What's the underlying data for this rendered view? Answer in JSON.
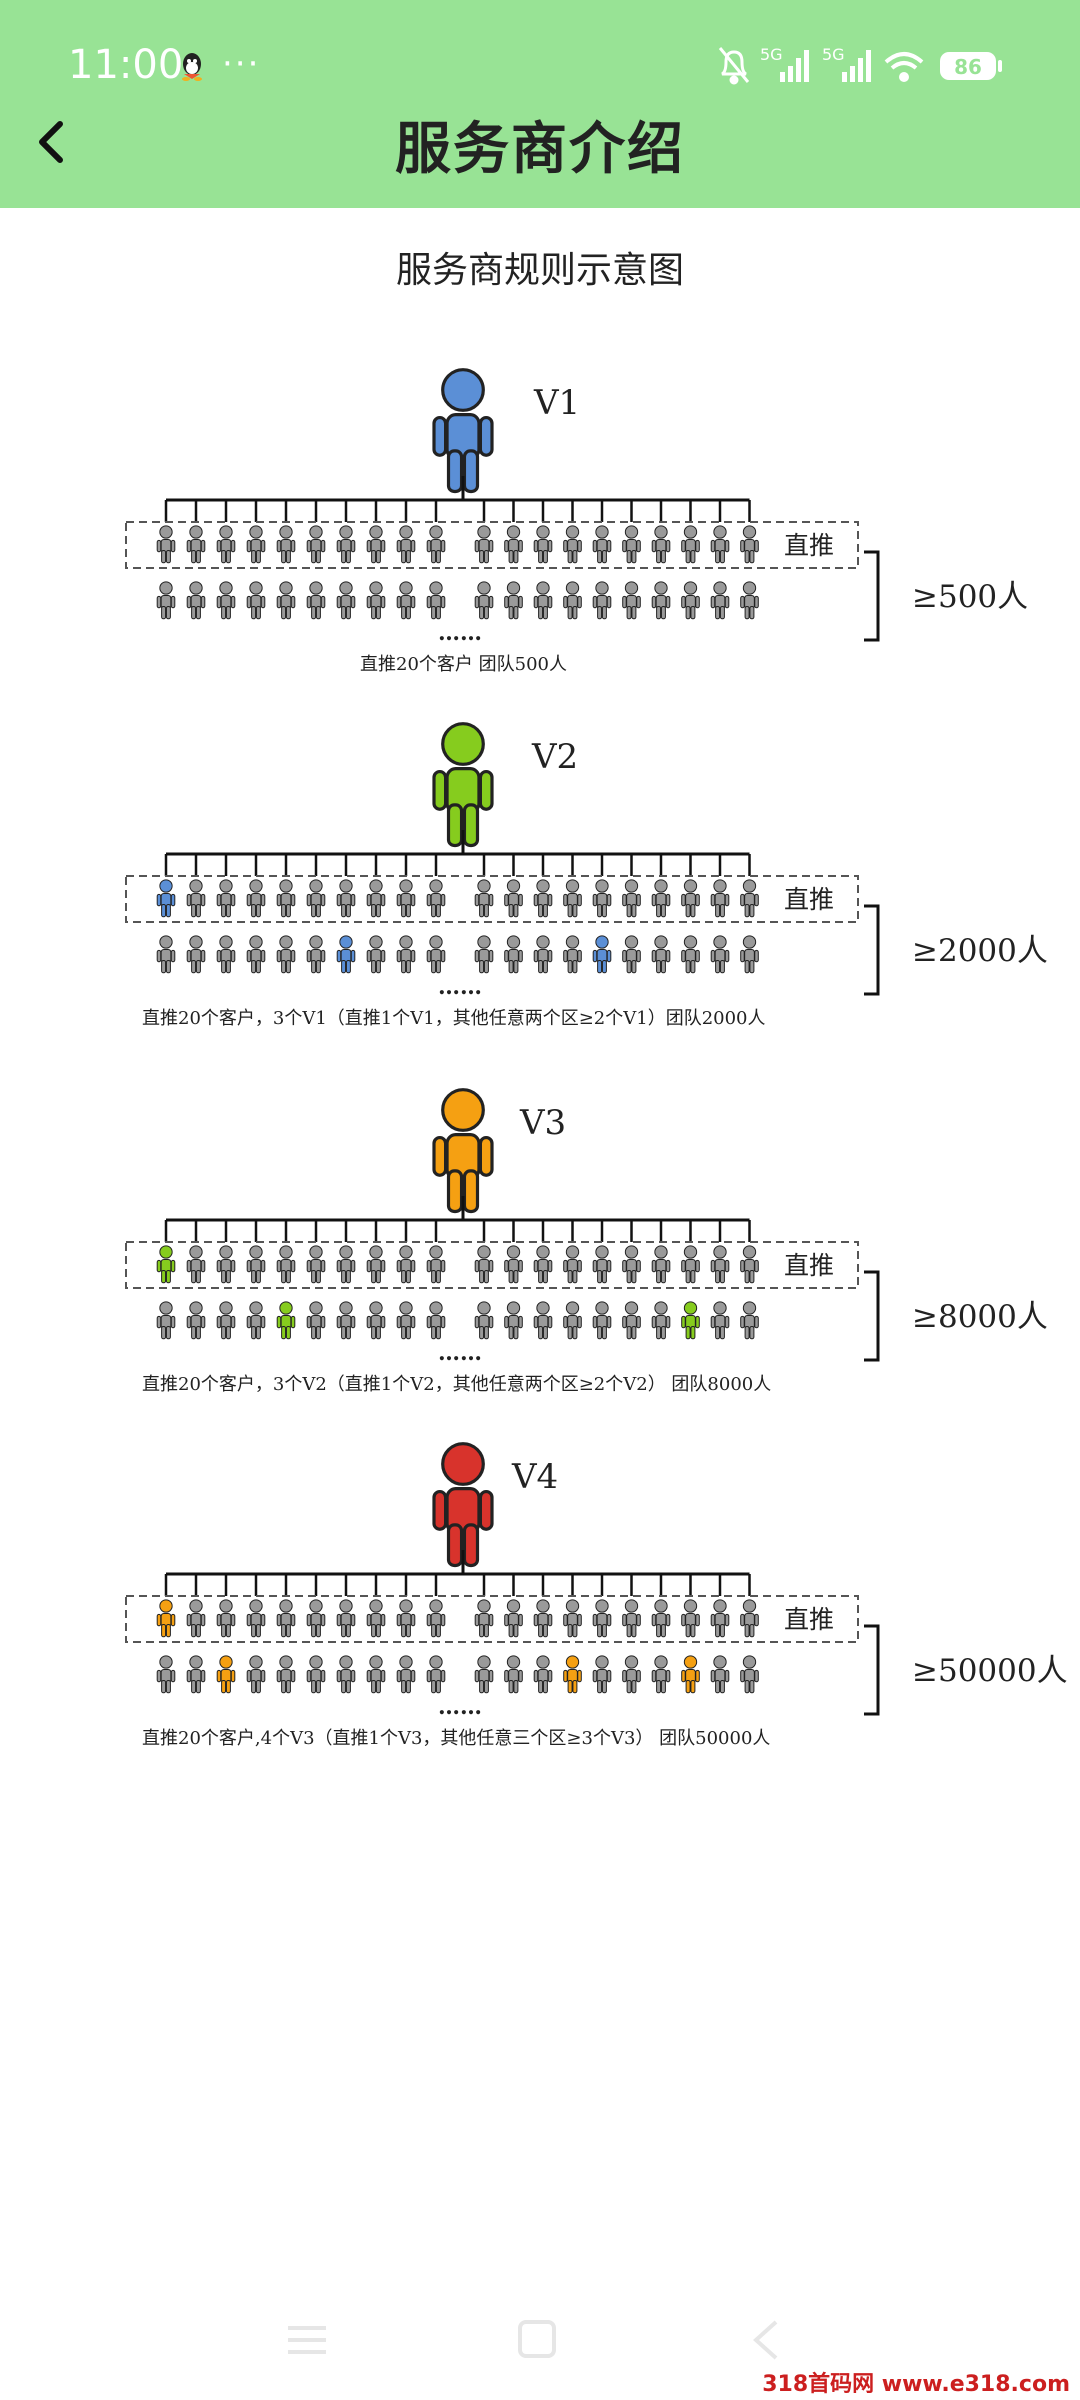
{
  "status_bar": {
    "time": "11:00",
    "more": "···",
    "network_1": "5G",
    "network_2": "5G",
    "battery": "86",
    "icons": [
      "qq-icon",
      "bell-muted-icon",
      "signal-icon",
      "signal-icon",
      "wifi-icon",
      "battery-icon"
    ]
  },
  "header": {
    "title": "服务商介绍",
    "back_icon": "chevron-left-icon",
    "background": "#98e395"
  },
  "diagram": {
    "title": "服务商规则示意图",
    "direct_label": "直推",
    "ellipsis": "……",
    "levels": [
      {
        "name": "V1",
        "color": "#5b8fd6",
        "team": "≥500人",
        "description": "直推20个客户    团队500人",
        "top_highlight": null,
        "bottom_highlights": []
      },
      {
        "name": "V2",
        "color": "#86cc1e",
        "team": "≥2000人",
        "description": "直推20个客户，3个V1（直推1个V1，其他任意两个区≥2个V1）团队2000人",
        "top_highlight": "#5b8fd6",
        "bottom_highlights": [
          {
            "index": 6,
            "color": "#5b8fd6"
          },
          {
            "index": 14,
            "color": "#5b8fd6"
          }
        ]
      },
      {
        "name": "V3",
        "color": "#f5a012",
        "team": "≥8000人",
        "description": "直推20个客户，3个V2（直推1个V2，其他任意两个区≥2个V2）  团队8000人",
        "top_highlight": "#86cc1e",
        "bottom_highlights": [
          {
            "index": 4,
            "color": "#86cc1e"
          },
          {
            "index": 17,
            "color": "#86cc1e"
          }
        ]
      },
      {
        "name": "V4",
        "color": "#d8332c",
        "team": "≥50000人",
        "description": "直推20个客户,4个V3（直推1个V3，其他任意三个区≥3个V3）  团队50000人",
        "top_highlight": "#f5a012",
        "bottom_highlights": [
          {
            "index": 2,
            "color": "#f5a012"
          },
          {
            "index": 13,
            "color": "#f5a012"
          },
          {
            "index": 17,
            "color": "#f5a012"
          }
        ]
      }
    ],
    "member_color": "#9a9a9a"
  },
  "nav": {
    "icons": [
      "menu-icon",
      "home-square-icon",
      "back-triangle-icon"
    ]
  },
  "watermark": "318首码网 www.e318.com"
}
